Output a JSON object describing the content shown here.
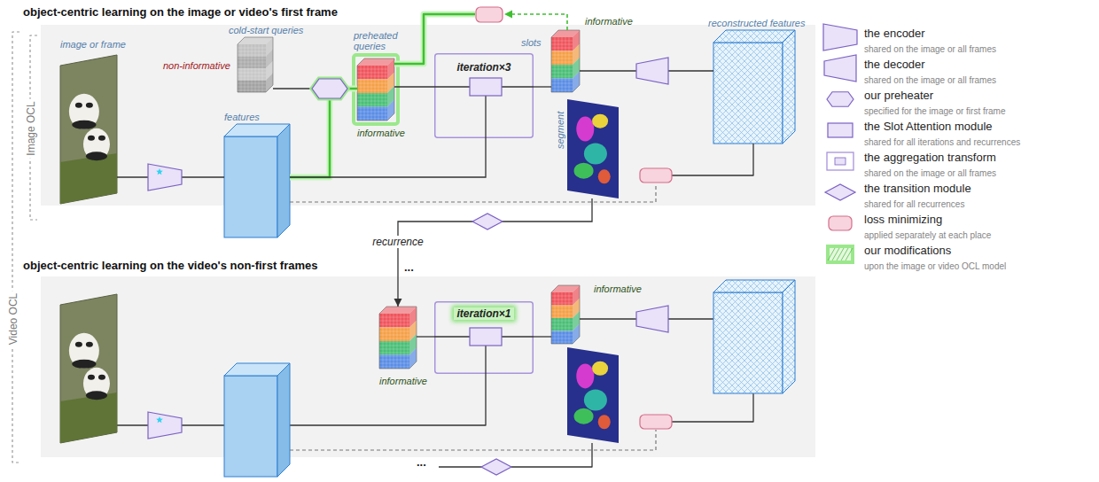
{
  "diagram": {
    "nodes": [
      {
        "text": [
          "object-centric learning on the image or video's first frame"
        ]
      },
      {
        "text": [
          "image or frame"
        ],
        "in": 0
      },
      {
        "text": [
          "features"
        ],
        "in": 0
      },
      {
        "text": [
          "cold-start queries",
          "non-informative"
        ],
        "in": 0
      },
      {
        "text": [
          "preheated queries",
          "informative"
        ],
        "in": 0
      },
      {
        "text": [
          "iteration×3"
        ],
        "in": 0
      },
      {
        "text": [
          "slots",
          "informative"
        ],
        "in": 0
      },
      {
        "text": [
          "segment"
        ],
        "in": 0
      },
      {
        "text": [
          "reconstructed features"
        ],
        "in": 0
      },
      {
        "text": [
          "object-centric learning on the video's non-first frames"
        ]
      },
      {
        "text": [
          "informative"
        ],
        "in": 9
      },
      {
        "text": [
          "iteration×1"
        ],
        "in": 9
      },
      {
        "text": [
          "informative"
        ],
        "in": 9
      }
    ],
    "edges": [
      {
        "from": 3,
        "to": 4,
        "arrow": "none"
      },
      {
        "from": 2,
        "to": 4,
        "arrow": "none"
      },
      {
        "from": 4,
        "to": 5,
        "arrow": "none"
      },
      {
        "from": 2,
        "to": 5,
        "arrow": "none"
      },
      {
        "from": 5,
        "to": 6,
        "arrow": "none"
      },
      {
        "from": 6,
        "to": 8,
        "arrow": "none"
      },
      {
        "from": 7,
        "to": 10,
        "arrow": "to",
        "label": "recurrence"
      },
      {
        "from": 10,
        "to": 11,
        "arrow": "none"
      },
      {
        "from": 11,
        "to": 12,
        "arrow": "none"
      }
    ],
    "labels": [
      "Image OCL",
      "Video OCL",
      "...",
      "...",
      "shared on the image or all frames",
      "shared on the image or all frames",
      "specified for the image or first frame",
      "shared for all iterations and recurrences",
      "shared on the image or all frames",
      "shared for all recurrences",
      "applied separately at each place",
      "upon the image or video OCL model"
    ],
    "legend": [
      {
        "text": "the encoder"
      },
      {
        "text": "the decoder"
      },
      {
        "text": "our preheater"
      },
      {
        "text": "the Slot Attention module"
      },
      {
        "text": "the aggregation transform"
      },
      {
        "text": "the transition module"
      },
      {
        "text": "loss minimizing"
      },
      {
        "text": "our modifications"
      }
    ]
  }
}
